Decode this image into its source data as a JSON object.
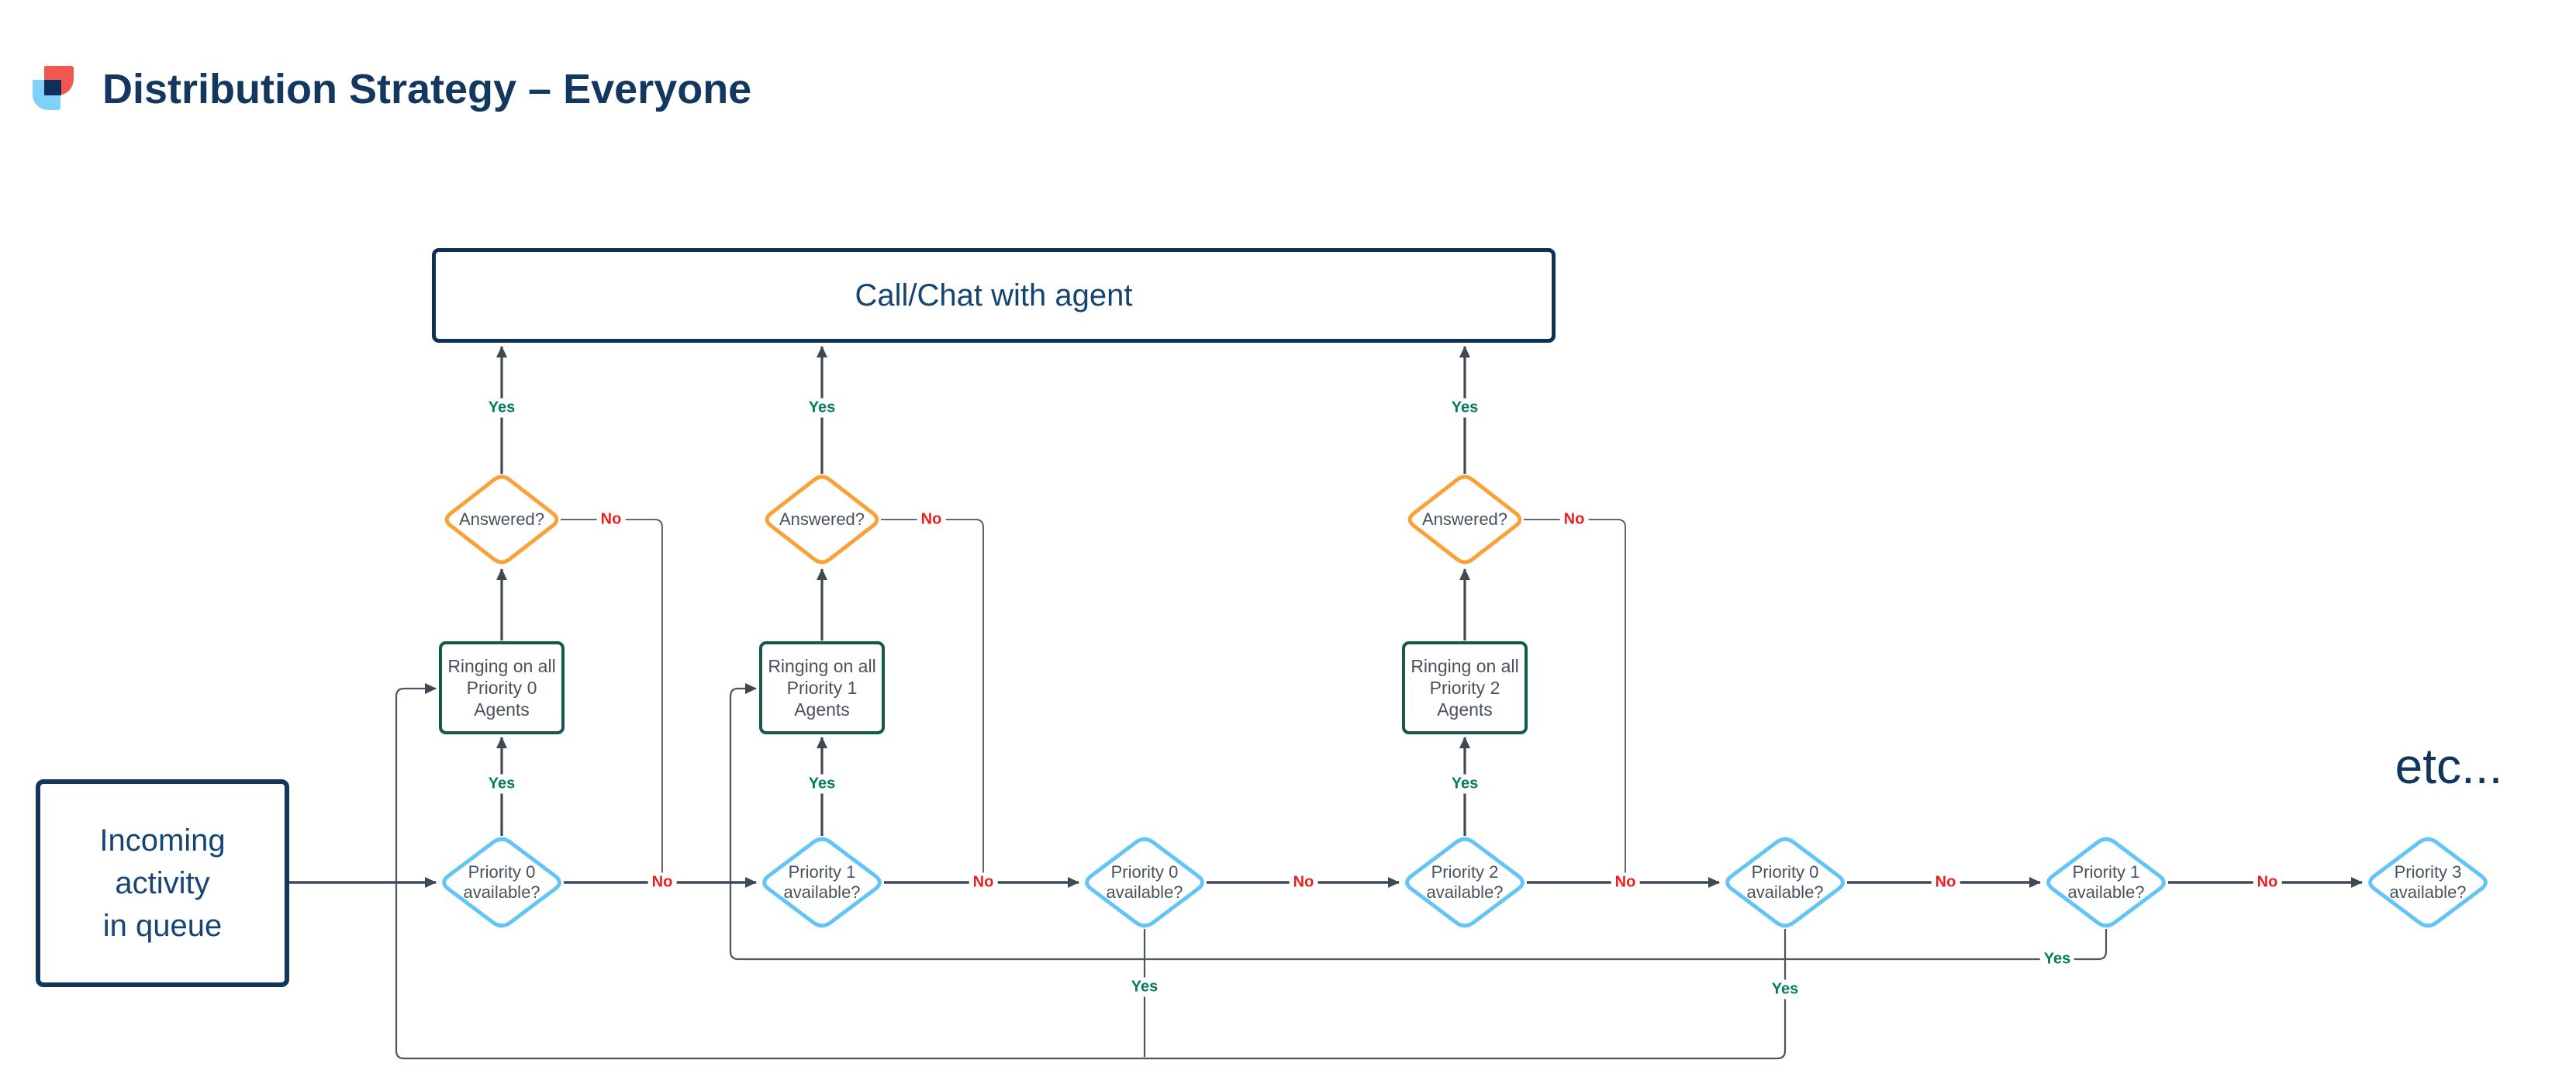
{
  "title": {
    "text": "Distribution Strategy – Everyone"
  },
  "nodes": {
    "call_chat": {
      "label": "Call/Chat with agent"
    },
    "incoming": {
      "line1": "Incoming",
      "line2": "activity",
      "line3": "in queue"
    },
    "etc": {
      "label": "etc..."
    },
    "answered": [
      {
        "label": "Answered?"
      },
      {
        "label": "Answered?"
      },
      {
        "label": "Answered?"
      }
    ],
    "ringing": [
      {
        "line1": "Ringing on all",
        "line2": "Priority 0",
        "line3": "Agents"
      },
      {
        "line1": "Ringing on all",
        "line2": "Priority 1",
        "line3": "Agents"
      },
      {
        "line1": "Ringing on all",
        "line2": "Priority 2",
        "line3": "Agents"
      }
    ],
    "priority": [
      {
        "line1": "Priority 0",
        "line2": "available?"
      },
      {
        "line1": "Priority 1",
        "line2": "available?"
      },
      {
        "line1": "Priority 0",
        "line2": "available?"
      },
      {
        "line1": "Priority 2",
        "line2": "available?"
      },
      {
        "line1": "Priority 0",
        "line2": "available?"
      },
      {
        "line1": "Priority 1",
        "line2": "available?"
      },
      {
        "line1": "Priority 3",
        "line2": "available?"
      }
    ]
  },
  "edge_labels": {
    "yes": "Yes",
    "no": "No"
  },
  "colors": {
    "title_navy": "#14375f",
    "box_navy_border": "#0d3156",
    "box_navy_text": "#164470",
    "ringing_teal_border": "#15594d",
    "answered_orange": "#f9a23c",
    "priority_light_blue": "#63c5f6",
    "node_text_gray": "#49525c",
    "yes_green": "#077a60",
    "no_red": "#ee1c1c",
    "connector_gray": "#3e4952",
    "logo_red": "#f3564d",
    "logo_sky_blue": "#7ed1f7",
    "logo_navy": "#0e2f5d"
  }
}
